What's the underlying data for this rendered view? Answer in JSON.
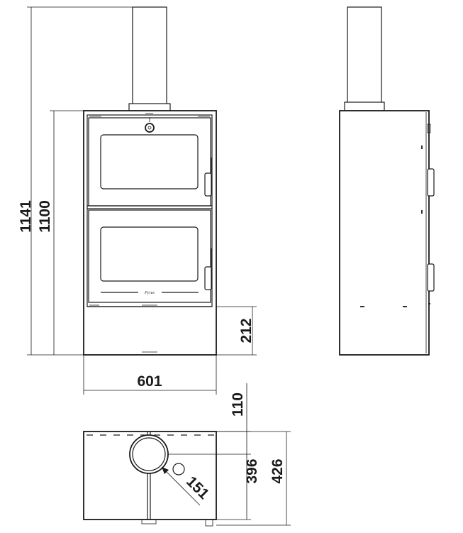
{
  "dimensions": {
    "total_height": "1141",
    "body_height": "1100",
    "base_height": "212",
    "width": "601",
    "flue_offset": "110",
    "flue_center_depth": "396",
    "total_depth": "426",
    "flue_diameter": "151"
  },
  "brand_mark": "Pyrus"
}
